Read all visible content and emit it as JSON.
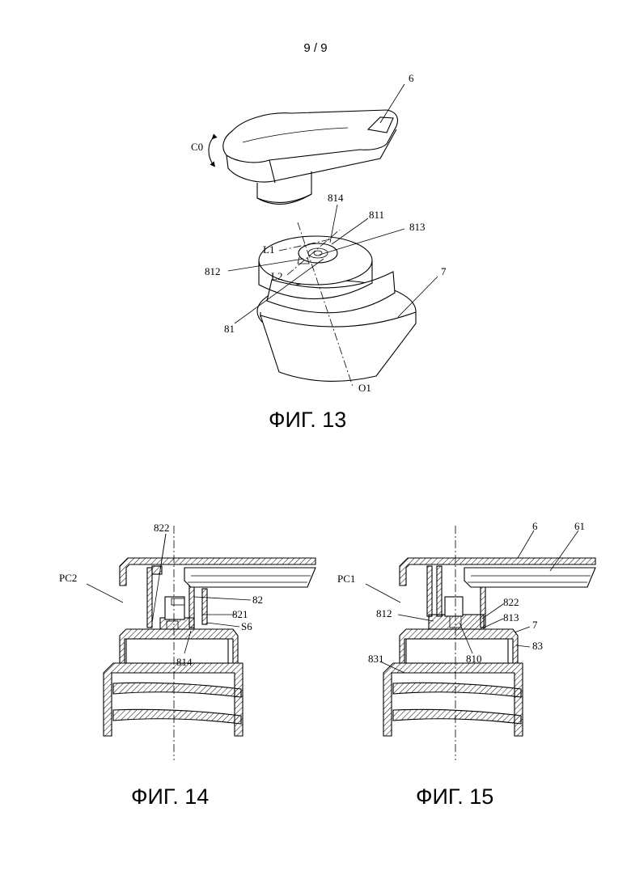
{
  "page_number": "9 / 9",
  "figures": [
    {
      "caption": "ФИГ. 13",
      "labels": {
        "l6": "6",
        "c0": "C0",
        "l814": "814",
        "l811": "811",
        "l813": "813",
        "l1": "L1",
        "l812": "812",
        "l2": "L2",
        "l7": "7",
        "l81": "81",
        "o1": "O1"
      }
    },
    {
      "caption": "ФИГ. 14",
      "labels": {
        "l822": "822",
        "pc2": "PC2",
        "l82": "82",
        "l821": "821",
        "s6": "S6",
        "l814": "814"
      }
    },
    {
      "caption": "ФИГ. 15",
      "labels": {
        "l6": "6",
        "l61": "61",
        "pc1": "PC1",
        "l812": "812",
        "l822": "822",
        "l813": "813",
        "l7": "7",
        "l83": "83",
        "l831": "831",
        "l810": "810"
      }
    }
  ]
}
